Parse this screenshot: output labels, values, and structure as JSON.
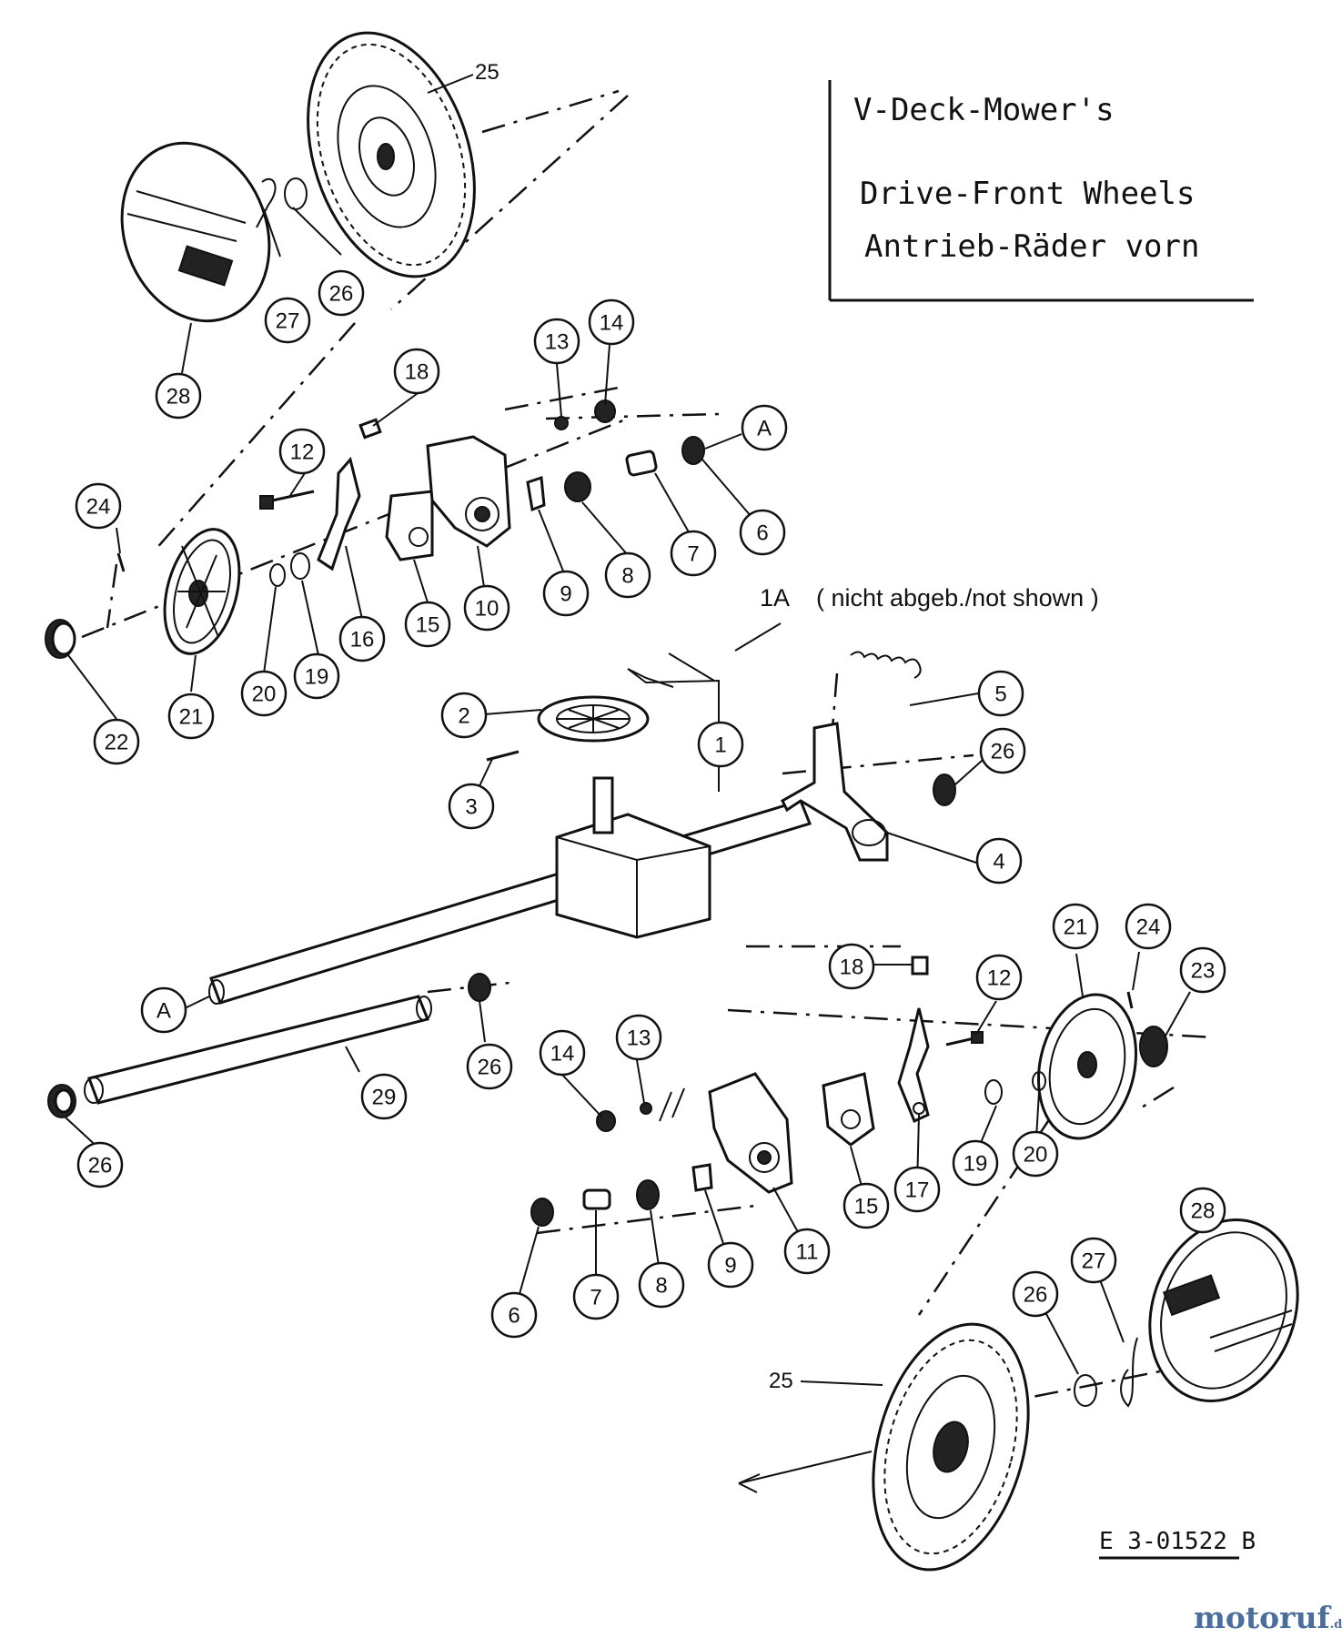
{
  "title_box": {
    "line1": "V-Deck-Mower's",
    "line2": "Drive-Front Wheels",
    "line3": "Antrieb-Räder vorn"
  },
  "note": {
    "ref": "1A",
    "text": "( nicht abgeb./not shown )"
  },
  "drawing_code": "E 3-01522 B",
  "logo": {
    "main": "motoruf",
    "suffix": ".de"
  },
  "parts": [
    {
      "id": "p25a",
      "label": "25"
    },
    {
      "id": "p26a",
      "label": "26"
    },
    {
      "id": "p27a",
      "label": "27"
    },
    {
      "id": "p28a",
      "label": "28"
    },
    {
      "id": "p13a",
      "label": "13"
    },
    {
      "id": "p14a",
      "label": "14"
    },
    {
      "id": "p18a",
      "label": "18"
    },
    {
      "id": "p12a",
      "label": "12"
    },
    {
      "id": "pAa",
      "label": "A"
    },
    {
      "id": "p24a",
      "label": "24"
    },
    {
      "id": "p6a",
      "label": "6"
    },
    {
      "id": "p7a",
      "label": "7"
    },
    {
      "id": "p8a",
      "label": "8"
    },
    {
      "id": "p9a",
      "label": "9"
    },
    {
      "id": "p10a",
      "label": "10"
    },
    {
      "id": "p15a",
      "label": "15"
    },
    {
      "id": "p16a",
      "label": "16"
    },
    {
      "id": "p19a",
      "label": "19"
    },
    {
      "id": "p20a",
      "label": "20"
    },
    {
      "id": "p21a",
      "label": "21"
    },
    {
      "id": "p22a",
      "label": "22"
    },
    {
      "id": "p2",
      "label": "2"
    },
    {
      "id": "p1",
      "label": "1"
    },
    {
      "id": "p5",
      "label": "5"
    },
    {
      "id": "p26b",
      "label": "26"
    },
    {
      "id": "p3",
      "label": "3"
    },
    {
      "id": "p4",
      "label": "4"
    },
    {
      "id": "p21b",
      "label": "21"
    },
    {
      "id": "p24b",
      "label": "24"
    },
    {
      "id": "p23",
      "label": "23"
    },
    {
      "id": "p18b",
      "label": "18"
    },
    {
      "id": "p12b",
      "label": "12"
    },
    {
      "id": "pAb",
      "label": "A"
    },
    {
      "id": "p26c",
      "label": "26"
    },
    {
      "id": "p14b",
      "label": "14"
    },
    {
      "id": "p13b",
      "label": "13"
    },
    {
      "id": "p29",
      "label": "29"
    },
    {
      "id": "p26d",
      "label": "26"
    },
    {
      "id": "p17",
      "label": "17"
    },
    {
      "id": "p19b",
      "label": "19"
    },
    {
      "id": "p20b",
      "label": "20"
    },
    {
      "id": "p15b",
      "label": "15"
    },
    {
      "id": "p11",
      "label": "11"
    },
    {
      "id": "p9b",
      "label": "9"
    },
    {
      "id": "p8b",
      "label": "8"
    },
    {
      "id": "p7b",
      "label": "7"
    },
    {
      "id": "p6b",
      "label": "6"
    },
    {
      "id": "p28b",
      "label": "28"
    },
    {
      "id": "p27b",
      "label": "27"
    },
    {
      "id": "p26e",
      "label": "26"
    },
    {
      "id": "p25b",
      "label": "25"
    }
  ]
}
